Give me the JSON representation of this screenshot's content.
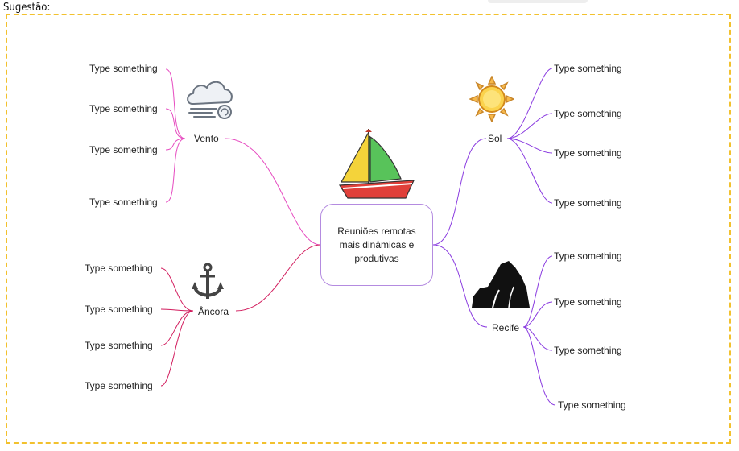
{
  "header": {
    "label": "Sugestão:"
  },
  "center": {
    "title": "Reuniões remotas mais dinâmicas e produtivas"
  },
  "branches": {
    "vento": {
      "label": "Vento",
      "color": "#e64bc0",
      "items": [
        "Type something",
        "Type something",
        "Type something",
        "Type something"
      ]
    },
    "ancora": {
      "label": "Âncora",
      "color": "#d21d5e",
      "items": [
        "Type something",
        "Type something",
        "Type something",
        "Type something"
      ]
    },
    "sol": {
      "label": "Sol",
      "color": "#8a3be0",
      "items": [
        "Type something",
        "Type something",
        "Type something",
        "Type something"
      ]
    },
    "recife": {
      "label": "Recife",
      "color": "#8a3be0",
      "items": [
        "Type something",
        "Type something",
        "Type something",
        "Type something"
      ]
    }
  },
  "icons": [
    "wind-cloud-icon",
    "sailboat-icon",
    "sun-icon",
    "anchor-icon",
    "reef-rock-icon"
  ]
}
